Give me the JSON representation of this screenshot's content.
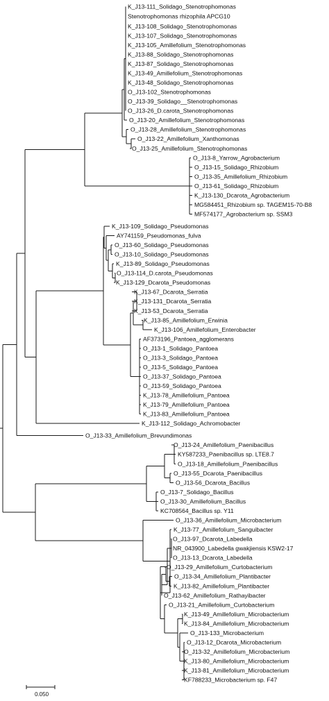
{
  "figure": "phylogenetic-tree",
  "scale_bar_label": "0.050",
  "leaves": [
    "K_J13-111_Solidago_Stenotrophomonas",
    "Stenotrophomonas rhizophila APCG10",
    "K_J13-108_Solidago_Stenotrophomonas",
    "K_J13-107_Solidago_Stenotrophomonas",
    "K_J13-105_Amillefolium_Stenotrophomonas",
    "K_J13-88_Solidago_Stenotrophomonas",
    "K_J13-87_Solidago_Stenotrophomonas",
    "K_J13-49_Amillefolium_Stenotrophomonas",
    "K_J13-48_Solidago_Stenotrophomonas",
    "O_J13-102_Stenotrophomonas",
    "O_J13-39_Solidago__Stenotrophomonas",
    "O_J13-26_D.carota_Stenotrophomonas",
    "O_J13-20_Amillefolium_Stenotrophomonas",
    "O_J13-28_Amillefolium_Stenotrophomonas",
    "O_J13-22_Amillefolium_Xanthomonas",
    "O_J13-25_Amillefolium_Stenotrophomonas",
    "O_J13-8_Yarrow_Agrobacterium",
    "O_J13-15_Solidago_Rhizobium",
    "O_J13-35_Amillefolium_Rhizobium",
    "O_J13-61_Solidago_Rhizobium",
    "K_J13-130_Dcarota_Agrobacterium",
    "MG584451_Rhizobium sp. TAGEM15-70-B8",
    "MF574177_Agrobacterium sp. SSM3",
    "K_J13-109_Solidago_Pseudomonas",
    "AY741159_Pseudomonas_fulva",
    "O_J13-60_Solidago_Pseudomonas",
    "O_J13-10_Solidago_Pseudomonas",
    "K_J13-89_Solidago_Pseudomonas",
    "O_J13-114_D.carota_Pseudomonas",
    "K_J13-129_Dcarota_Pseudomonas",
    "K_J13-67_Dcarota_Serratia",
    "K_J13-131_Dcarota_Serratia",
    "K_J13-53_Dcarota_Serratia",
    "K_J13-85_Amillefolium_Erwinia",
    "K_J13-106_Amillefolium_Enterobacter",
    "AF373196_Pantoea_agglomerans",
    "O_J13-1_Solidago_Pantoea",
    "O_J13-3_Solidago_Pantoea",
    "O_J13-5_Solidago_Pantoea",
    "O_J13-37_Solidago_Pantoea",
    "O_J13-59_Solidago_Pantoea",
    "K_J13-78_Amillefolium_Pantoea",
    "K_J13-79_Amillefolium_Pantoea",
    "K_J13-83_Amillefolium_Pantoea",
    "K_J13-112_Solidago_Achromobacter",
    "O_J13-33_Amillefolium_Brevundimonas",
    "O_J13-24_Amillefolium_Paenibacillus",
    "KY587233_Paenibacillus sp. LTE8.7",
    "O_J13-18_Amillefolium_Paenibacillus",
    "O_J13-55_Dcarota_Paenibacillus",
    "O_J13-56_Dcarota_Bacillus",
    "O_J13-7_Solidago_Bacillus",
    "O_J13-30_Amillefolium_Bacillus",
    "KC708564_Bacillus sp. Y11",
    "O_J13-36_Amillefolium_Microbacterium",
    "K_J13-77_Amillefolium_Sanguibacter",
    "O_J13-97_Dcarota_Labedella",
    "NR_043900_Labedella gwakjiensis KSW2-17",
    "O_J13-13_Dcarota_Labedella",
    "O_J13-29_Amillefolium_Curtobacterium",
    "O_J13-34_Amillefolium_Plantibacter",
    "K_J13-82_Amillefolium_Plantibacter",
    "O_J13-62_Amillefolium_Rathayibacter",
    "O_J13-21_Amillefolium_Curtobacterium",
    "K_J13-49_Amillefolium_Microbacterium",
    "K_J13-84_Amillefolium_Microbacterium",
    "O_J13-133_Microbacterium",
    "O_J13-12_Dcarota_Microbacterium",
    "O_J13-32_Amillefolium_Microbacterium",
    "K_J13-80_Amillefolium_Microbacterium",
    "K_J13-81_Amillefolium_Microbacterium",
    "KF788233_Microbacterium sp. F47"
  ]
}
